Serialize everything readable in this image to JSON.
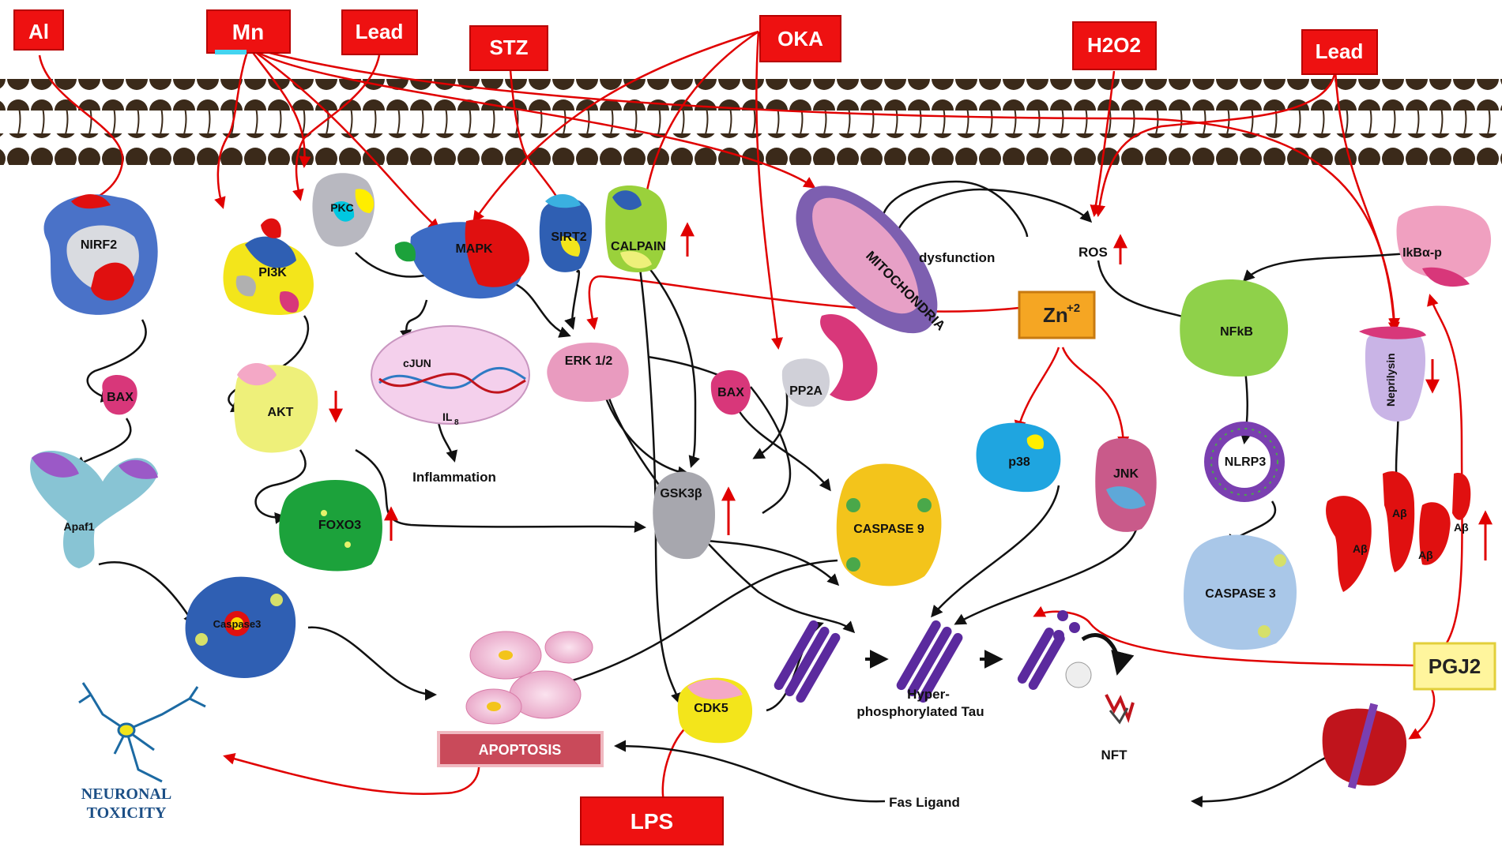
{
  "toxicants": {
    "al": "Al",
    "mn": "Mn",
    "lead_left": "Lead",
    "stz": "STZ",
    "oka": "OKA",
    "h2o2": "H2O2",
    "lead_right": "Lead",
    "lps": "LPS"
  },
  "modulators": {
    "zn": "Zn",
    "zn_sup": "+2",
    "pgj2": "PGJ2"
  },
  "proteins": {
    "nirf2": "NIRF2",
    "bax_left": "BAX",
    "apaf1": "Apaf1",
    "caspase3_left": "Caspase3",
    "pi3k": "PI3K",
    "akt": "AKT",
    "foxo3": "FOXO3",
    "pkc": "PKC",
    "mapk": "MAPK",
    "sirt2": "SIRT2",
    "calpain": "CALPAIN",
    "erk": "ERK 1/2",
    "bax_mid": "BAX",
    "pp2a": "PP2A",
    "gsk3b": "GSK3β",
    "caspase9": "CASPASE 9",
    "cdk5": "CDK5",
    "mitochondria": "MITOCHONDRIA",
    "p38": "p38",
    "jnk": "JNK",
    "nfkb": "NFkB",
    "nlrp3": "NLRP3",
    "caspase3_right": "CASPASE 3",
    "ikba": "IkBα-p",
    "neprilysin": "Neprilysin",
    "abeta": "Aβ"
  },
  "labels": {
    "dysfunction": "dysfunction",
    "ros": "ROS",
    "cjun": "cJUN",
    "il": "IL",
    "il_sub": "8",
    "inflammation": "Inflammation",
    "apoptosis": "APOPTOSIS",
    "neuronal_line1": "NEURONAL",
    "neuronal_line2": "TOXICITY",
    "hyper_line1": "Hyper-",
    "hyper_line2": "phosphorylated Tau",
    "nft": "NFT",
    "fas_ligand": "Fas Ligand"
  },
  "colors": {
    "toxicant_red": "#ee1111",
    "arrow_red": "#e00000",
    "arrow_black": "#111111",
    "zn_orange": "#f5a623",
    "pgj2_yellow": "#fff59d",
    "tau_purple": "#5b2a9e",
    "membrane_brown": "#3b2a1a"
  }
}
